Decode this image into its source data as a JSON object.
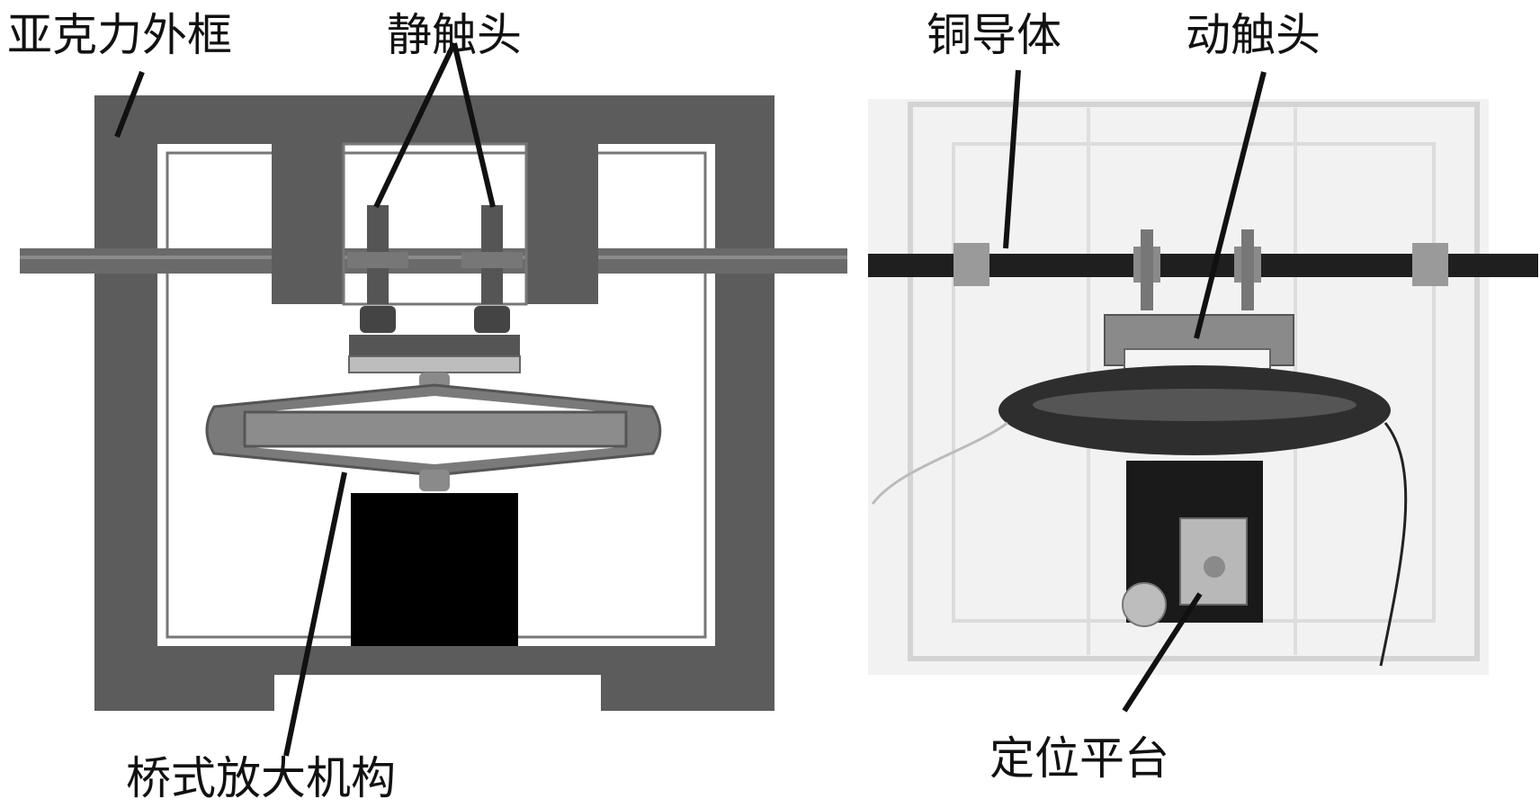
{
  "labels": {
    "acrylic_frame": "亚克力外框",
    "static_contact": "静触头",
    "copper_conductor": "铜导体",
    "moving_contact": "动触头",
    "bridge_mechanism": "桥式放大机构",
    "positioning_platform": "定位平台"
  },
  "colors": {
    "frame": "#5c5c5c",
    "bridge": "#7a7a7a",
    "contact_plate": "#bdbdbd",
    "actuator": "#000000",
    "photo_background": "#f2f2f2"
  }
}
